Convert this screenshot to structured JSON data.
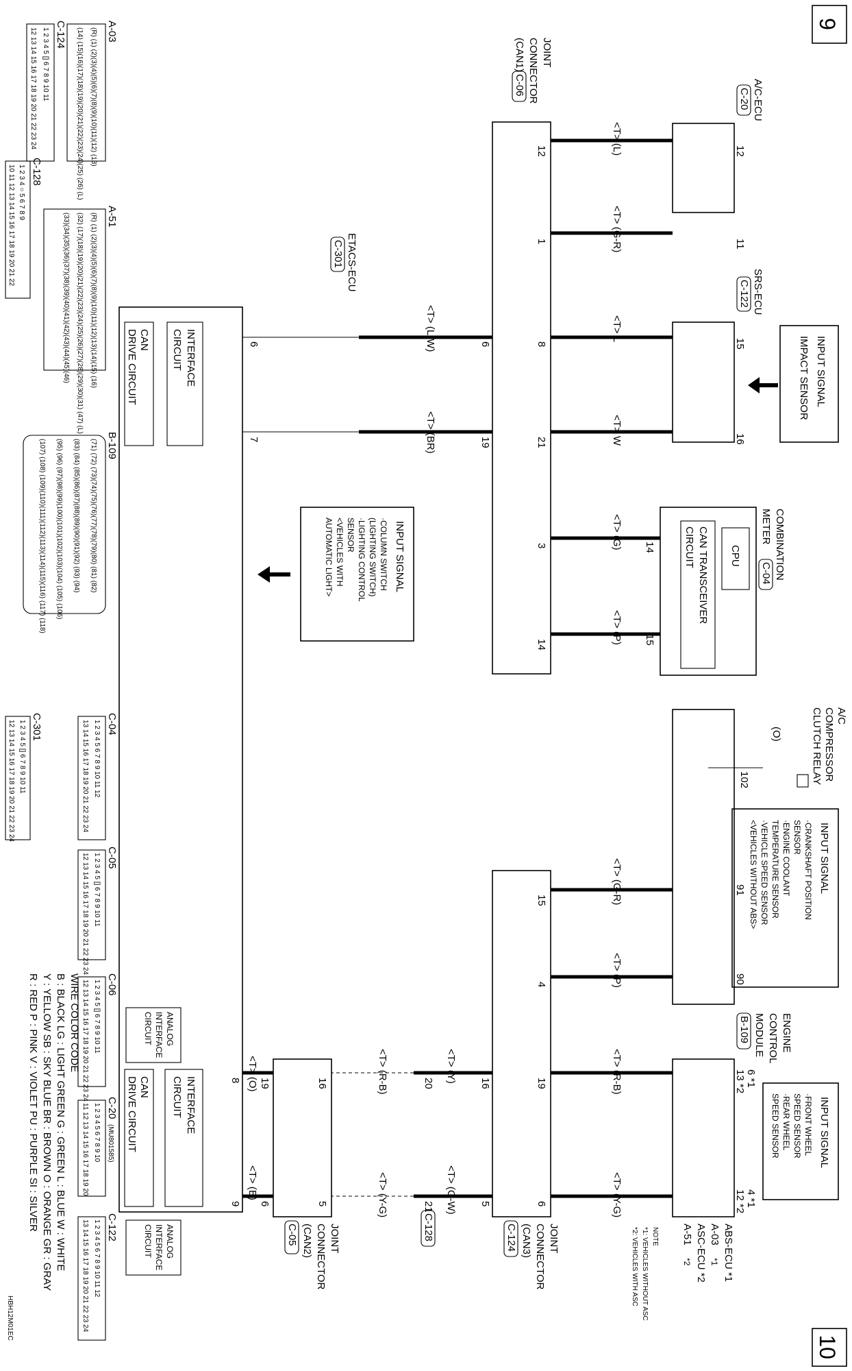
{
  "page_numbers": {
    "left": "9",
    "right": "10"
  },
  "footer_code": "HBH12M01EC",
  "components": {
    "ac_ecu": {
      "name": "A/C-ECU",
      "connector": "C-20",
      "pin_a": "12",
      "pin_b": "11"
    },
    "srs_ecu": {
      "name": "SRS-ECU",
      "connector": "C-122",
      "pin_a": "15",
      "pin_b": "16"
    },
    "combination_meter": {
      "name_line1": "COMBINATION",
      "name_line2": "METER",
      "connector": "C-04",
      "cpu": "CPU",
      "transceiver_line1": "CAN TRANSCEIVER",
      "transceiver_line2": "CIRCUIT",
      "pin_a": "14",
      "pin_b": "15"
    },
    "joint_connector_can1": {
      "line1": "JOINT",
      "line2": "CONNECTOR",
      "line3": "(CAN1)",
      "connector": "C-06",
      "pins": [
        "12",
        "1",
        "8",
        "21",
        "3",
        "14"
      ]
    },
    "etacs_ecu": {
      "name": "ETACS-ECU",
      "connector": "C-301",
      "interface_line1": "INTERFACE",
      "interface_line2": "CIRCUIT",
      "can_line1": "CAN",
      "can_line2": "DRIVE CIRCUIT",
      "pins_top": [
        "6",
        "19"
      ],
      "pins_bottom": [
        "6",
        "7"
      ]
    },
    "engine_control_module": {
      "line1": "ENGINE",
      "line2": "CONTROL",
      "line3": "MODULE",
      "connector": "B-109",
      "pin_a": "91",
      "pin_b": "90",
      "relay_pin": "102"
    },
    "ac_relay": {
      "line1": "A/C",
      "line2": "COMPRESSOR",
      "line3": "CLUTCH RELAY",
      "wire": "(O)"
    },
    "abs_ecu": {
      "line1": "ABS-ECU *1",
      "connector_a": "A-03",
      "sup_a": "*1",
      "line2": "ASC-ECU *2",
      "connector_b": "A-51",
      "sup_b": "*2",
      "pin_a1": "6 *1",
      "pin_a2": "13 *2",
      "pin_b1": "4 *1",
      "pin_b2": "12 *2"
    },
    "joint_connector_can3": {
      "line1": "JOINT",
      "line2": "CONNECTOR",
      "line3": "(CAN3)",
      "connector": "C-124",
      "pins": [
        "15",
        "4",
        "19",
        "6",
        "16",
        "5"
      ]
    },
    "joint_connector_can2": {
      "line1": "JOINT",
      "line2": "CONNECTOR",
      "line3": "(CAN2)",
      "connector": "C-05",
      "pins": [
        "19",
        "6",
        "16",
        "5"
      ]
    },
    "bottom_ecu": {
      "analog1_line1": "ANALOG",
      "analog1_line2": "INTERFACE",
      "analog1_line3": "CIRCUIT",
      "interface_line1": "INTERFACE",
      "interface_line2": "CIRCUIT",
      "can_line1": "CAN",
      "can_line2": "DRIVE CIRCUIT",
      "pins": [
        "8",
        "9"
      ]
    },
    "c128": {
      "connector": "C-128",
      "pin_a": "20",
      "pin_b": "21"
    }
  },
  "wires": {
    "ac_l": "<T> (L)",
    "ac_gr": "<T> (G-R)",
    "srs_l": "<T> L",
    "srs_w": "<T> W",
    "meter_g": "<T> (G)",
    "meter_p": "<T> (P)",
    "etacs_lw": "<T> (L-W)",
    "etacs_br": "<T> (BR)",
    "ecm_gr": "<T> (G-R)",
    "ecm_p": "<T> (P)",
    "abs_rb": "<T> (R-B)",
    "abs_yg": "<T> (Y-G)",
    "can3_y": "<T> (Y)",
    "can3_gw": "<T> (G-W)",
    "can2_rb": "<T> (R-B)",
    "can2_yg": "<T> (Y-G)",
    "bot_o": "<T> (O)",
    "bot_b": "<T> (B)"
  },
  "input_signals": {
    "impact": [
      "INPUT SIGNAL",
      "IMPACT SENSOR"
    ],
    "column": [
      "INPUT SIGNAL",
      "·COLUMN SWITCH",
      "(LIGHTING SWITCH)",
      "·LIGHTING CONTROL",
      "SENSOR",
      "<VEHICLES WITH",
      "AUTOMATIC LIGHT>"
    ],
    "engine": [
      "INPUT SIGNAL",
      "·CRANKSHAFT POSITION",
      "SENSOR",
      "·ENGINE COOLANT",
      "TEMPERATURE SENSOR",
      "·VEHICLE SPEED SENSOR",
      "<VEHICLES WITHOUT ABS>"
    ],
    "wheel": [
      "INPUT SIGNAL",
      "·FRONT WHEEL",
      "SPEED SENSOR",
      "·REAR WHEEL",
      "SPEED SENSOR"
    ]
  },
  "note": {
    "title": "NOTE",
    "line1": "*1: VEHICLES WITHOUT ASC",
    "line2": "*2: VEHICLES WITH ASC"
  },
  "wire_color_code": {
    "title": "WIRE COLOR CODE",
    "row1": "B : BLACK   LG : LIGHT GREEN   G : GREEN   L : BLUE   W : WHITE",
    "row2": "Y : YELLOW   SB : SKY BLUE   BR : BROWN   O : ORANGE   GR : GRAY",
    "row3": "R : RED   P : PINK   V : VIOLET   PU : PURPLE   SI : SILVER"
  },
  "connector_views": {
    "a03": {
      "label": "A-03",
      "row1": "(R) (1) (2)(3)(4)(5)(6)(7)(8)(9)(10)(11)(12) (13)",
      "row2": "(14) (15)(16)(17)(18)(19)(20)(21)(22)(23)(24)(25) (26) (L)"
    },
    "a51": {
      "label": "A-51",
      "row1": "(R) (1) (2)(3)(4)(5)(6)(7)(8)(9)(10)(11)(12)(13)(14)(15) (16)",
      "row2": "(32) (17)(18)(19)(20)(21)(22)(23)(24)(25)(26)(27)(28)(29)(30)(31) (47) (L)",
      "row3": "(33)(34)(35)(36)(37)(38)(39)(40)(41)(42)(43)(44)(45)(46)"
    },
    "b109": {
      "label": "B-109",
      "row1": "(71) (72) (73)(74)(75)(76)(77)(78)(79)(80) (81) (82)",
      "row2": "(83) (84) (85)(86)(87)(88)(89)(90)(91)(92) (93) (94)",
      "row3": "(95) (96) (97)(98)(99)(100)(101)(102)(103)(104) (105) (106)",
      "row4": "(107) (108) (109)(110)(111)(112)(113)(114)(115)(116) (117) (118)"
    },
    "c124": {
      "label": "C-124",
      "row1": "1 2 3 4 5 [] 6 7 8 9 10 11",
      "row2": "12 13 14 15 16 17 18 19 20 21 22 23 24"
    },
    "c128": {
      "label": "C-128",
      "row1": "1 2 3 4 ○ 5 6 7 8 9",
      "row2": "10 11 12 13 14 15 16 17 18 19 20 21 22"
    },
    "c301": {
      "label": "C-301",
      "row1": "1 2 3 4 5 [] 6 7 8 9 10 11",
      "row2": "12 13 14 15 16 17 18 19 20 21 22 23 24"
    },
    "c04": {
      "label": "C-04",
      "row1": "1 2 3 4 5 6 7 8 9 10 11 12",
      "row2": "13 14 15 16 17 18 19 20 21 22 23 24"
    },
    "c05": {
      "label": "C-05",
      "row1": "1 2 3 4 5 [] 6 7 8 9 10 11",
      "row2": "12 13 14 15 16 17 18 19 20 21 22 23 24"
    },
    "c06": {
      "label": "C-06",
      "row1": "1 2 3 4 5 [] 6 7 8 9 10 11",
      "row2": "12 13 14 15 16 17 18 19 20 21 22 23 24"
    },
    "c20": {
      "label": "C-20",
      "sub": "(MU801585)",
      "row1": "1 2 3 4 5 6 7 8 9 10",
      "row2": "11 12 13 14 15 16 17 18 19 20"
    },
    "c122": {
      "label": "C-122",
      "row1": "1 2 3 4 5 6 7 8 9 10 11 12",
      "row2": "13 14 15 16 17 18 19 20 21 22 23 24"
    }
  }
}
